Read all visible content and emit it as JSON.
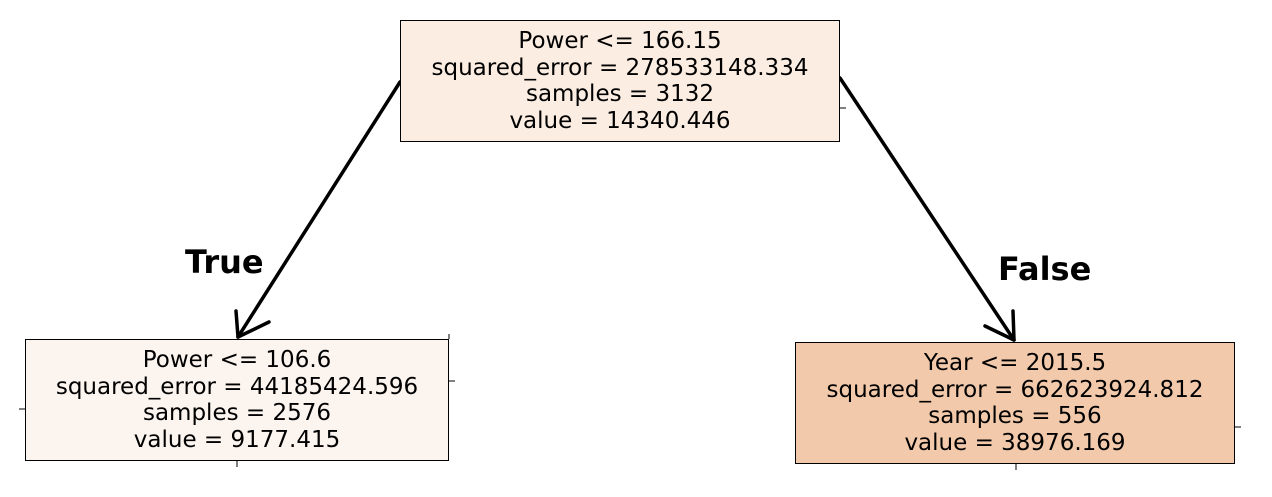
{
  "nodes": {
    "root": {
      "lines": [
        "Power <= 166.15",
        "squared_error = 278533148.334",
        "samples = 3132",
        "value = 14340.446"
      ],
      "fill": "#fbede1"
    },
    "left": {
      "lines": [
        "Power <= 106.6",
        "squared_error = 44185424.596",
        "samples = 2576",
        "value = 9177.415"
      ],
      "fill": "#fcf4ee"
    },
    "right": {
      "lines": [
        "Year <= 2015.5",
        "squared_error = 662623924.812",
        "samples = 556",
        "value = 38976.169"
      ],
      "fill": "#f2c9aa"
    }
  },
  "edges": {
    "true_label": "True",
    "false_label": "False"
  }
}
